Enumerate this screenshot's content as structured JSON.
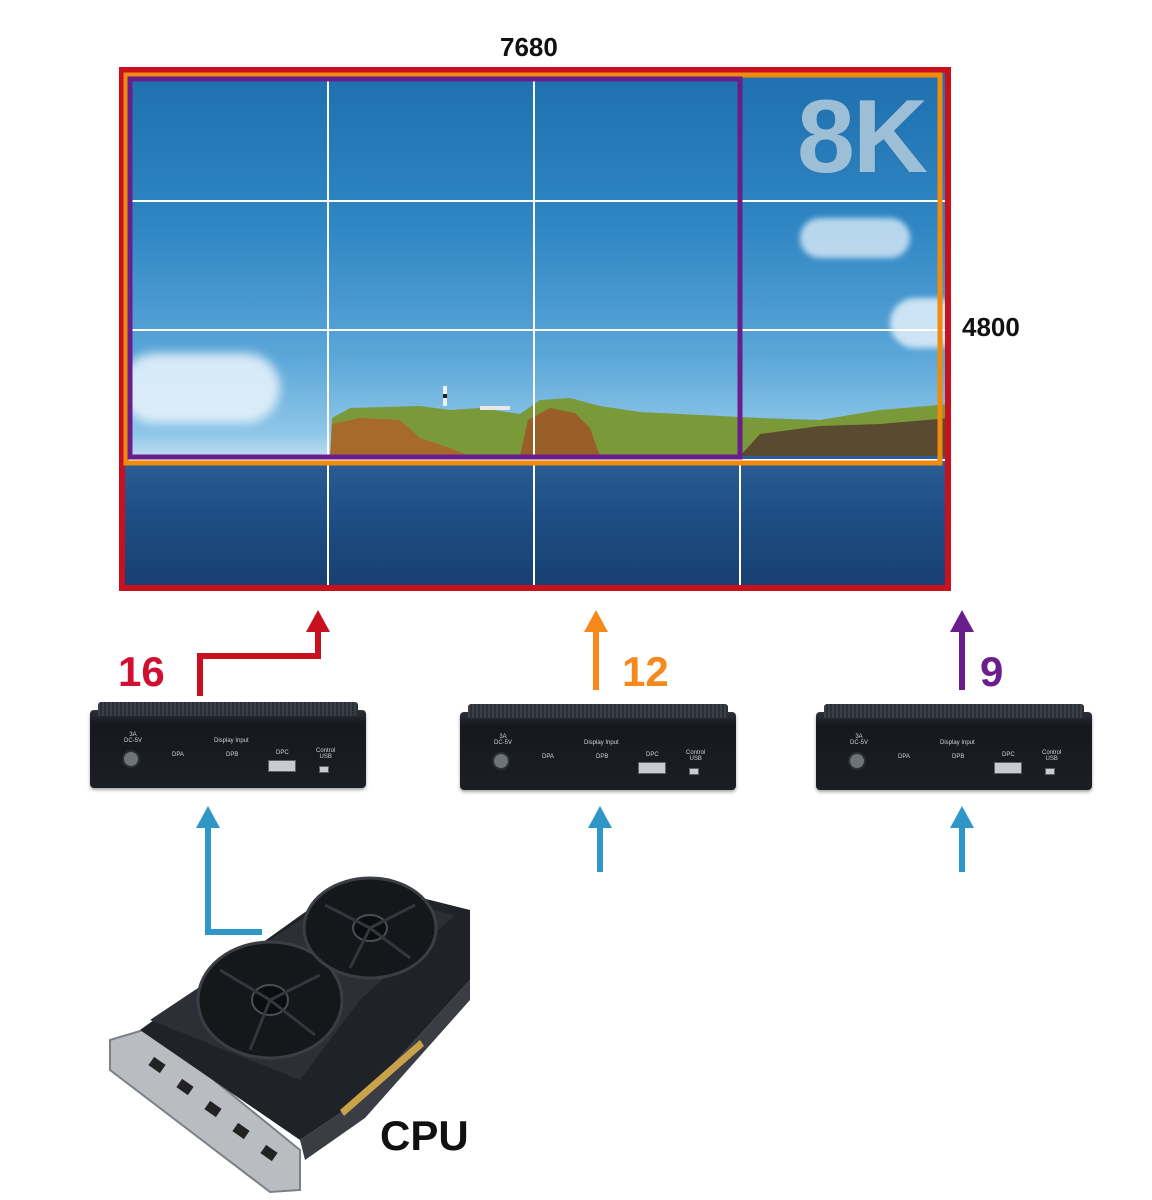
{
  "display": {
    "width_label": "7680",
    "height_label": "4800",
    "badge": "8K",
    "grid_columns": 4,
    "grid_rows": 4,
    "outer_border_color": "#c8101e",
    "orange_region_color": "#f28a0c",
    "purple_region_color": "#6a1e8c",
    "grid_line_color": "#ffffff"
  },
  "outputs": [
    {
      "count": "16",
      "color": "#d01030"
    },
    {
      "count": "12",
      "color": "#f5891c"
    },
    {
      "count": "9",
      "color": "#6a1e8c"
    }
  ],
  "input_arrow_color": "#2f96c8",
  "devices": [
    {
      "dc_label": "3A\nDC-5V",
      "dpa_label": "DPA",
      "display_input_label": "Display  Input",
      "dpb_label": "DPB",
      "dpc_label": "DPC",
      "control_label": "Control\nUSB"
    },
    {
      "dc_label": "3A\nDC-5V",
      "dpa_label": "DPA",
      "display_input_label": "Display  Input",
      "dpb_label": "DPB",
      "dpc_label": "DPC",
      "control_label": "Control\nUSB"
    },
    {
      "dc_label": "3A\nDC-5V",
      "dpa_label": "DPA",
      "display_input_label": "Display  Input",
      "dpb_label": "DPB",
      "dpc_label": "DPC",
      "control_label": "Control\nUSB"
    }
  ],
  "source_label": "CPU",
  "icons": {
    "graphics_card": "graphics-card-icon",
    "video_wall": "video-wall-image",
    "controller": "video-wall-controller-icon"
  }
}
